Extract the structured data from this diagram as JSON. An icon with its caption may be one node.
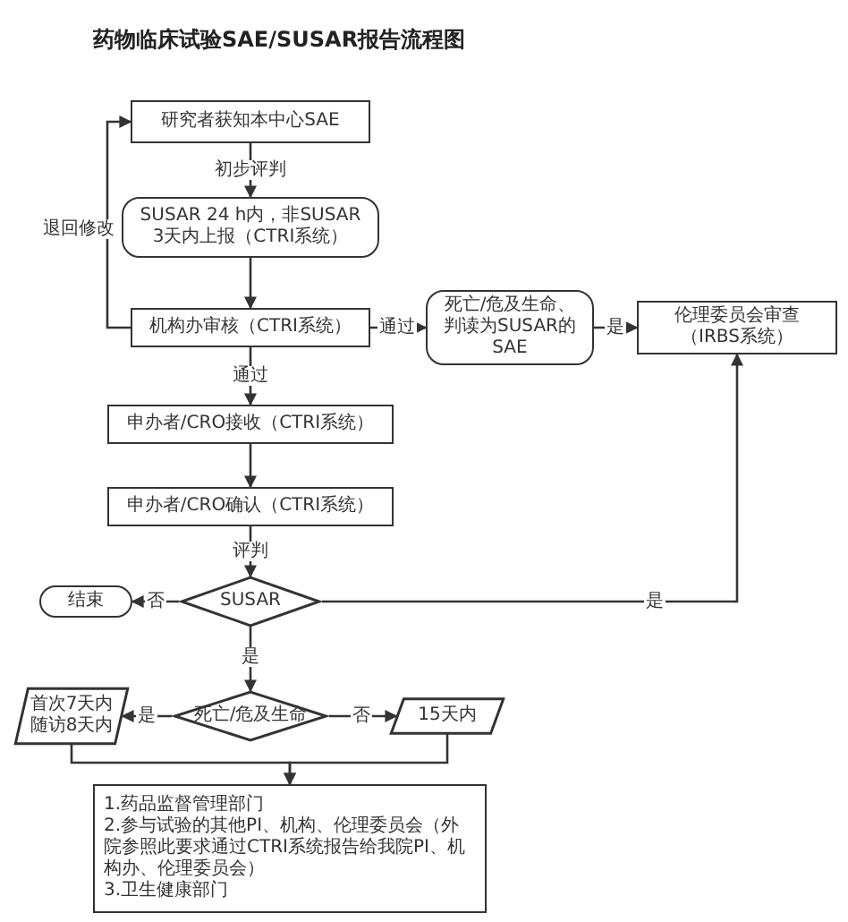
{
  "diagram": {
    "title": "药物临床试验SAE/SUSAR报告流程图",
    "nodes": [
      {
        "text": [
          "研究者获知本中心SAE"
        ]
      },
      {
        "text": [
          "SUSAR 24 h内，非SUSAR 3天内上报（CTRI系统）"
        ]
      },
      {
        "text": [
          "机构办审核（CTRI系统）"
        ]
      },
      {
        "text": [
          "死亡/危及生命、判读为SUSAR的SAE"
        ]
      },
      {
        "text": [
          "伦理委员会审查（IRBS系统）"
        ]
      },
      {
        "text": [
          "申办者/CRO接收（CTRI系统）"
        ]
      },
      {
        "text": [
          "申办者/CRO确认（CTRI系统）"
        ]
      },
      {
        "text": [
          "结束"
        ]
      },
      {
        "text": [
          "SUSAR"
        ]
      },
      {
        "text": [
          "首次7天内随访8天内"
        ]
      },
      {
        "text": [
          "死亡/危及生命"
        ]
      },
      {
        "text": [
          "15天内"
        ]
      },
      {
        "text": [
          "1.药品监督管理部门",
          "2.参与试验的其他PI、机构、伦理委员会（外院参照此要求通过CTRI系统报告给我院PI、机构办、伦理委员会）",
          "3.卫生健康部门"
        ]
      }
    ],
    "edges": [
      {
        "from": 0,
        "to": 1,
        "arrow": "to",
        "label": "初步评判"
      },
      {
        "from": 1,
        "to": 2,
        "arrow": "to"
      },
      {
        "from": 2,
        "to": 0,
        "arrow": "to",
        "label": "退回修改"
      },
      {
        "from": 2,
        "to": 3,
        "arrow": "to",
        "label": "通过"
      },
      {
        "from": 3,
        "to": 4,
        "arrow": "to",
        "label": "是"
      },
      {
        "from": 2,
        "to": 5,
        "arrow": "to",
        "label": "通过"
      },
      {
        "from": 5,
        "to": 6,
        "arrow": "to"
      },
      {
        "from": 6,
        "to": 8,
        "arrow": "to",
        "label": "评判"
      },
      {
        "from": 8,
        "to": 7,
        "arrow": "to",
        "label": "否"
      },
      {
        "from": 8,
        "to": 4,
        "arrow": "to",
        "label": "是"
      },
      {
        "from": 8,
        "to": 10,
        "arrow": "to",
        "label": "是"
      },
      {
        "from": 10,
        "to": 9,
        "arrow": "to",
        "label": "是"
      },
      {
        "from": 10,
        "to": 11,
        "arrow": "to",
        "label": "否"
      },
      {
        "from": 9,
        "to": 12,
        "arrow": "to"
      },
      {
        "from": 11,
        "to": 12,
        "arrow": "to"
      }
    ]
  }
}
